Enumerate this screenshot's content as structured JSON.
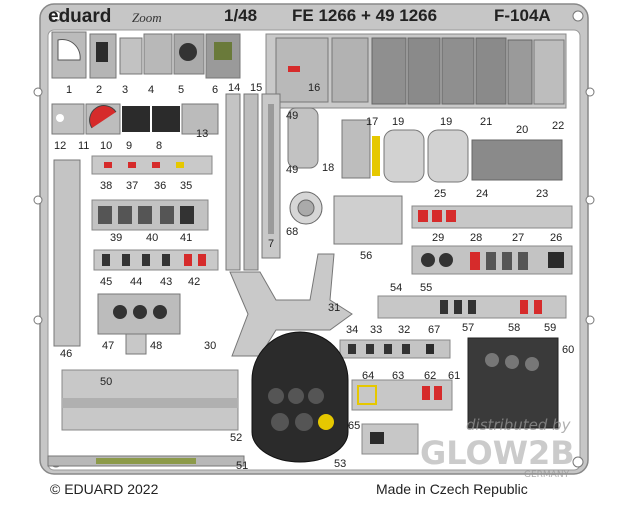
{
  "header": {
    "brand": "eduard",
    "line": "Zoom",
    "scale": "1/48",
    "code": "FE 1266 + 49 1266",
    "aircraft": "F-104A"
  },
  "footer": {
    "copyright": "© EDUARD 2022",
    "origin": "Made in Czech Republic"
  },
  "watermark": {
    "line1": "distributed by",
    "line2": "GLOW2B",
    "line3": "GERMANY"
  },
  "part_numbers": [
    "1",
    "2",
    "3",
    "4",
    "5",
    "6",
    "7",
    "8",
    "9",
    "10",
    "11",
    "12",
    "13",
    "14",
    "15",
    "16",
    "17",
    "18",
    "19",
    "19",
    "20",
    "21",
    "22",
    "23",
    "24",
    "25",
    "26",
    "27",
    "28",
    "29",
    "30",
    "31",
    "32",
    "33",
    "34",
    "35",
    "36",
    "37",
    "38",
    "39",
    "40",
    "41",
    "42",
    "43",
    "44",
    "45",
    "46",
    "47",
    "48",
    "49",
    "49",
    "50",
    "51",
    "52",
    "53",
    "54",
    "55",
    "56",
    "57",
    "58",
    "59",
    "60",
    "61",
    "62",
    "63",
    "64",
    "65",
    "67",
    "68"
  ],
  "colors": {
    "fret": "#c8c8c8",
    "part": "#bdbdbd",
    "dark_panel": "#2b2b2b",
    "red_detail": "#d62b2b",
    "yellow_detail": "#e6c800",
    "green_detail": "#6a7a3a"
  }
}
